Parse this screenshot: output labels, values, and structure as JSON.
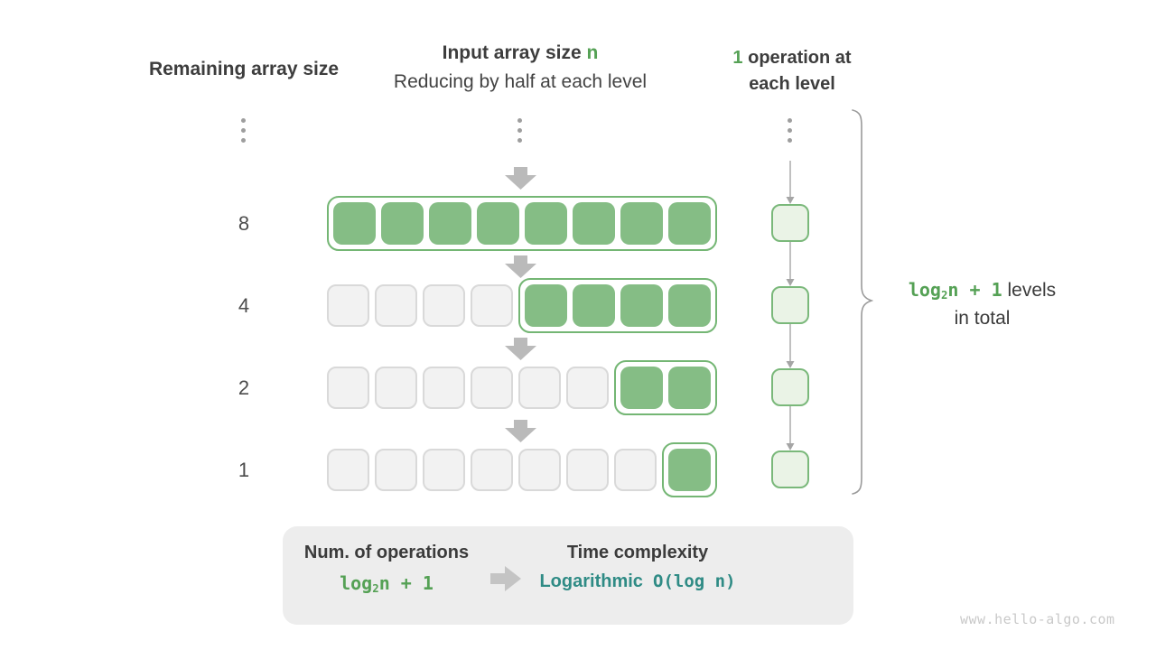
{
  "headers": {
    "left": "Remaining array size",
    "center_title": "Input array size",
    "center_title_n": "n",
    "center_subtitle": "Reducing by half at each level",
    "right_num": "1",
    "right_line1": "operation at",
    "right_line2": "each level"
  },
  "rows": [
    {
      "label": "8",
      "empty_cells": 0,
      "active_cells": 8
    },
    {
      "label": "4",
      "empty_cells": 4,
      "active_cells": 4
    },
    {
      "label": "2",
      "empty_cells": 6,
      "active_cells": 2
    },
    {
      "label": "1",
      "empty_cells": 7,
      "active_cells": 1
    }
  ],
  "operations_column": {
    "cell_count": 4
  },
  "brace_label": {
    "formula_log": "log",
    "formula_sub": "2",
    "formula_rest": "n + 1",
    "text_line1": "levels",
    "text_line2": "in total"
  },
  "summary": {
    "operations_title": "Num. of operations",
    "operations_log": "log",
    "operations_sub": "2",
    "operations_rest": "n + 1",
    "complexity_title": "Time complexity",
    "complexity_name": "Logarithmic",
    "complexity_big_o": "O(log n)"
  },
  "watermark": "www.hello-algo.com",
  "colors": {
    "text_dark": "#3d3d3d",
    "green_text": "#55a155",
    "teal_text": "#2f8b85",
    "cell_green": "#85bd85",
    "cell_gray_fill": "#f2f2f2",
    "cell_gray_border": "#d9d9d9",
    "container_border": "#74b674",
    "ops_fill": "#eaf3e6",
    "ops_border": "#7ab87a",
    "arrow_block": "#bababa",
    "arrow_line": "#a5a5a5",
    "brace": "#9a9a9a",
    "summary_bg": "#ededed",
    "summary_arrow": "#c4c4c4",
    "watermark": "#c9c9c9",
    "label_gray": "#4c4c4c",
    "dots": "#9e9e9e"
  }
}
